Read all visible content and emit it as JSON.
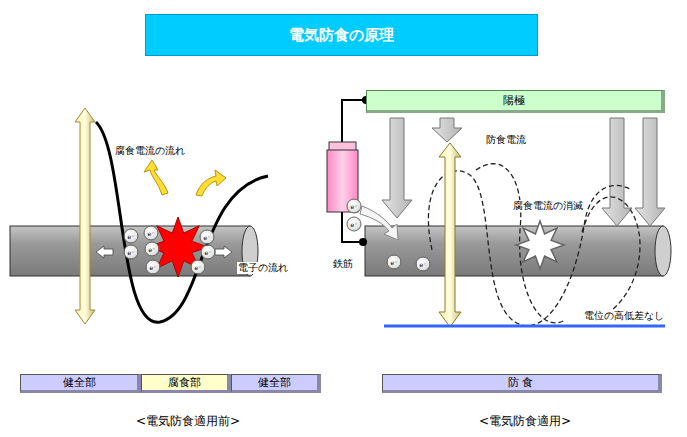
{
  "diagram": {
    "title": "電気防食の原理",
    "nodes": [
      {
        "text": [
          "陽極"
        ]
      },
      {
        "text": [
          "健全部"
        ]
      },
      {
        "text": [
          "腐食部"
        ]
      },
      {
        "text": [
          "健全部"
        ]
      },
      {
        "text": [
          "防 食"
        ]
      }
    ],
    "labels": [
      "腐食電流の流れ",
      "電子の流れ",
      "e⁻",
      "e⁻",
      "e⁻",
      "e⁻",
      "e⁻",
      "e⁻",
      "e⁻",
      "e⁻",
      "e⁻",
      "e⁻",
      "e⁻",
      "e⁻",
      "鉄筋",
      "防食電流",
      "腐食電流の消滅",
      "電位の高低差なし",
      "<電気防食適用前>",
      "<電気防食適用>"
    ]
  }
}
